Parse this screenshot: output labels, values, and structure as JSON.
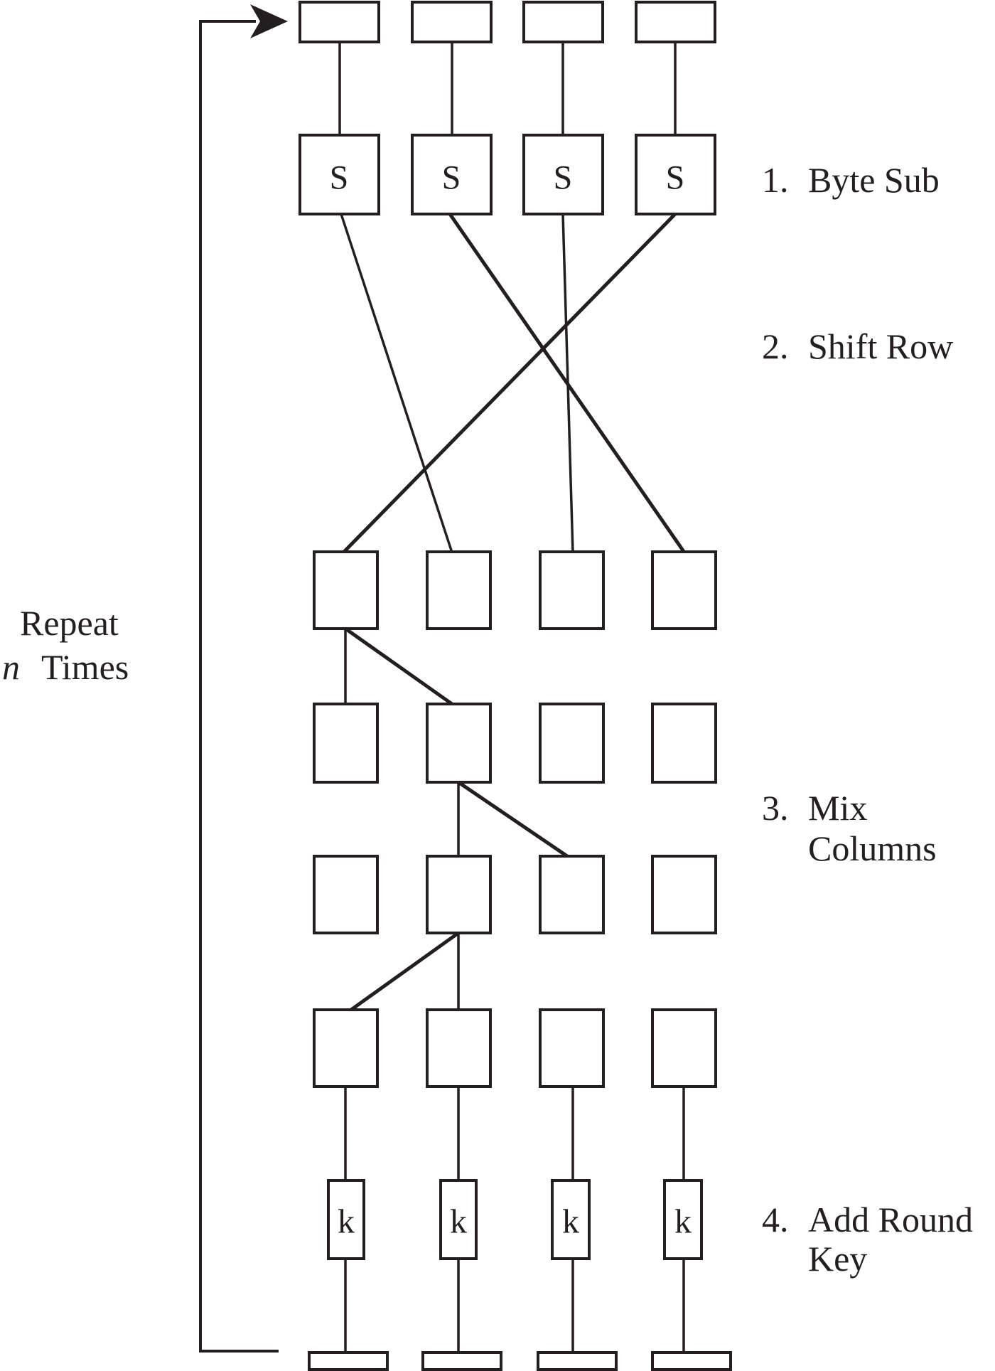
{
  "steps": [
    {
      "number": "1.",
      "lines": [
        "Byte Sub"
      ]
    },
    {
      "number": "2.",
      "lines": [
        "Shift Row"
      ]
    },
    {
      "number": "3.",
      "lines": [
        "Mix",
        "Columns"
      ]
    },
    {
      "number": "4.",
      "lines": [
        "Add Round",
        "Key"
      ]
    }
  ],
  "repeat": {
    "line1": "Repeat",
    "line2_var": "n",
    "line2_rest": "Times"
  },
  "sbox_label": "S",
  "key_label": "k",
  "colors": {
    "ink": "#231f20",
    "background": "#ffffff"
  }
}
